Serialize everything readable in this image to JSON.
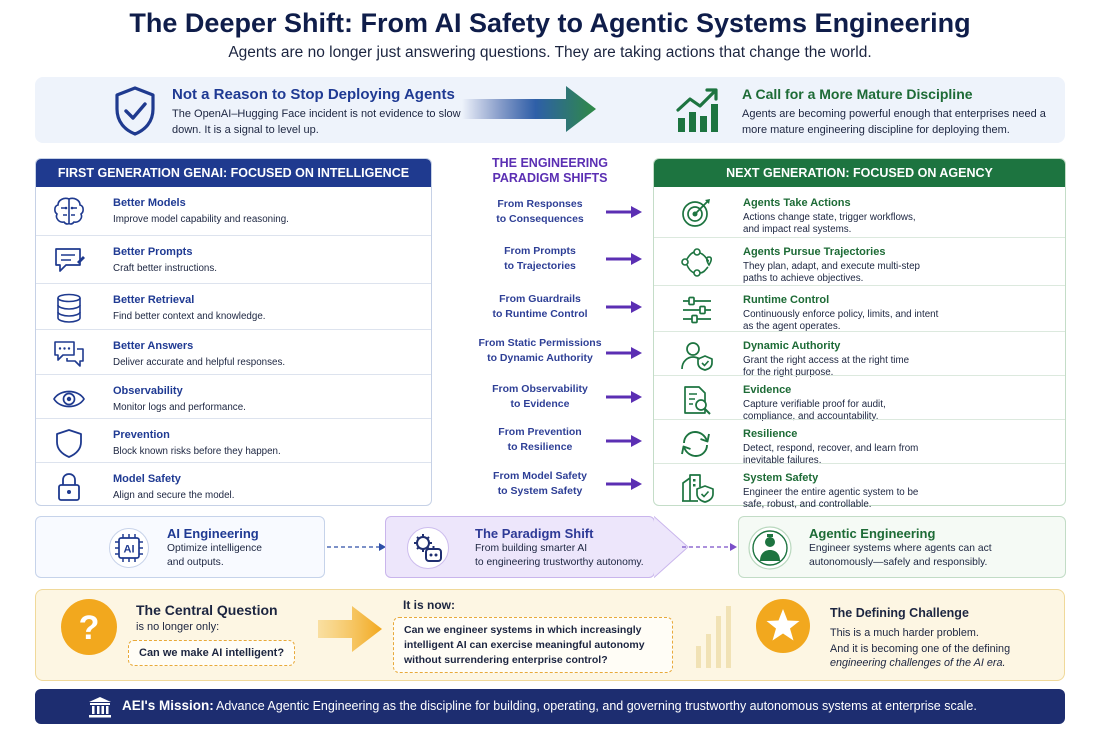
{
  "header": {
    "title": "The Deeper Shift: From AI Safety to Agentic Systems Engineering",
    "subtitle": "Agents are no longer just answering questions. They are taking actions that change the world."
  },
  "banner": {
    "left_title": "Not a Reason to Stop Deploying Agents",
    "left_body": "The OpenAI–Hugging Face incident is not evidence to slow down. It is a signal to level up.",
    "right_title": "A Call for a More Mature Discipline",
    "right_body": "Agents are becoming powerful enough that enterprises need a more mature engineering discipline for deploying them."
  },
  "first_gen": {
    "heading": "FIRST GENERATION GENAI: FOCUSED ON INTELLIGENCE",
    "items": [
      {
        "title": "Better Models",
        "desc": "Improve model capability and reasoning.",
        "icon": "brain-icon"
      },
      {
        "title": "Better Prompts",
        "desc": "Craft better instructions.",
        "icon": "chat-bubble-icon"
      },
      {
        "title": "Better Retrieval",
        "desc": "Find better context and knowledge.",
        "icon": "database-icon"
      },
      {
        "title": "Better Answers",
        "desc": "Deliver accurate and helpful responses.",
        "icon": "speech-bubbles-icon"
      },
      {
        "title": "Observability",
        "desc": "Monitor logs and performance.",
        "icon": "eye-icon"
      },
      {
        "title": "Prevention",
        "desc": "Block known risks before they happen.",
        "icon": "shield-icon"
      },
      {
        "title": "Model Safety",
        "desc": "Align and secure the model.",
        "icon": "lock-icon"
      }
    ]
  },
  "shifts": {
    "heading_line1": "THE ENGINEERING",
    "heading_line2": "PARADIGM SHIFTS",
    "items": [
      {
        "line1": "From Responses",
        "line2": "to Consequences"
      },
      {
        "line1": "From Prompts",
        "line2": "to Trajectories"
      },
      {
        "line1": "From Guardrails",
        "line2": "to Runtime Control"
      },
      {
        "line1": "From Static Permissions",
        "line2": "to Dynamic Authority"
      },
      {
        "line1": "From Observability",
        "line2": "to Evidence"
      },
      {
        "line1": "From Prevention",
        "line2": "to Resilience"
      },
      {
        "line1": "From Model Safety",
        "line2": "to System Safety"
      }
    ]
  },
  "next_gen": {
    "heading": "NEXT GENERATION: FOCUSED ON AGENCY",
    "items": [
      {
        "title": "Agents Take Actions",
        "line1": "Actions change state, trigger workflows,",
        "line2": "and impact real systems.",
        "icon": "target-icon"
      },
      {
        "title": "Agents Pursue Trajectories",
        "line1": "They plan, adapt, and execute multi-step",
        "line2": "paths to achieve objectives.",
        "icon": "path-icon"
      },
      {
        "title": "Runtime Control",
        "line1": "Continuously enforce policy, limits, and intent",
        "line2": "as the agent operates.",
        "icon": "sliders-icon"
      },
      {
        "title": "Dynamic Authority",
        "line1": "Grant the right access at the right time",
        "line2": "for the right purpose.",
        "icon": "user-shield-icon"
      },
      {
        "title": "Evidence",
        "line1": "Capture verifiable proof for audit,",
        "line2": "compliance, and accountability.",
        "icon": "document-search-icon"
      },
      {
        "title": "Resilience",
        "line1": "Detect, respond, recover, and learn from",
        "line2": "inevitable failures.",
        "icon": "refresh-icon"
      },
      {
        "title": "System Safety",
        "line1": "Engineer the entire agentic system to be",
        "line2": "safe, robust, and controllable.",
        "icon": "building-shield-icon"
      }
    ]
  },
  "process": {
    "ai_title": "AI Engineering",
    "ai_line1": "Optimize intelligence",
    "ai_line2": "and outputs.",
    "ai_icon_label": "AI",
    "shift_title": "The Paradigm Shift",
    "shift_line1": "From building smarter AI",
    "shift_line2": "to engineering trustworthy autonomy.",
    "agentic_title": "Agentic Engineering",
    "agentic_line1": "Engineer systems where agents can act",
    "agentic_line2": "autonomously—safely and responsibly."
  },
  "question": {
    "mark": "?",
    "title": "The Central Question",
    "sub": "is no longer only:",
    "old_question": "Can we make AI intelligent?",
    "now_label": "It is now:",
    "new_q_line1": "Can we engineer systems in which increasingly",
    "new_q_line2": "intelligent AI can exercise meaningful autonomy",
    "new_q_line3": "without surrendering enterprise control?",
    "challenge_title": "The Defining Challenge",
    "challenge_line1": "This is a much harder problem.",
    "challenge_line2": "And it is becoming one of the defining",
    "challenge_line3": "engineering challenges of the AI era."
  },
  "mission": {
    "label": "AEI's Mission:",
    "text": "Advance Agentic Engineering as the discipline for building, operating, and governing trustworthy autonomous systems at enterprise scale."
  },
  "colors": {
    "navy": "#1f3a8f",
    "green": "#1d7440",
    "purple": "#5b2fb3",
    "amber": "#f2a81e"
  }
}
